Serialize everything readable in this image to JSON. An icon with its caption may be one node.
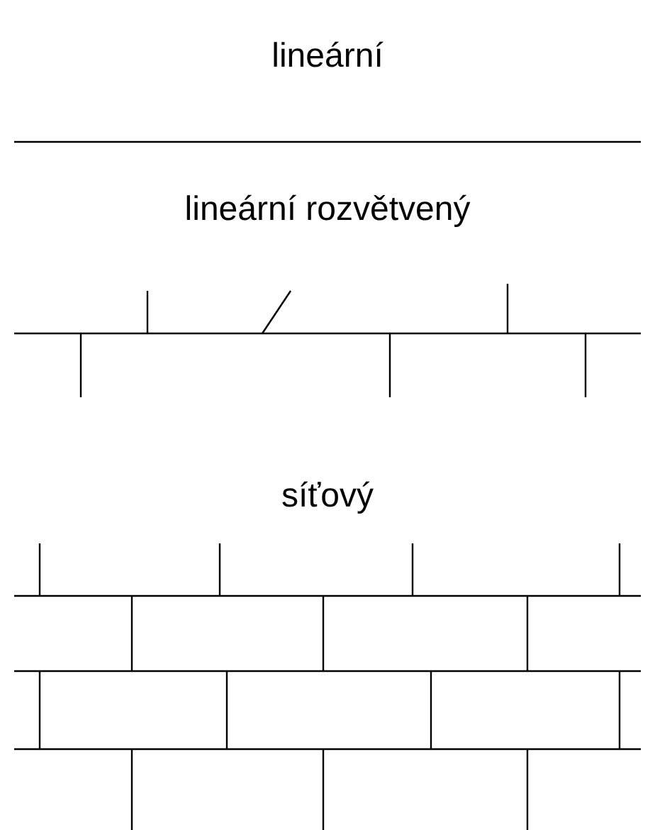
{
  "diagram": {
    "labels": [
      "lineární",
      "lineární rozvětvený",
      "síťový"
    ]
  }
}
